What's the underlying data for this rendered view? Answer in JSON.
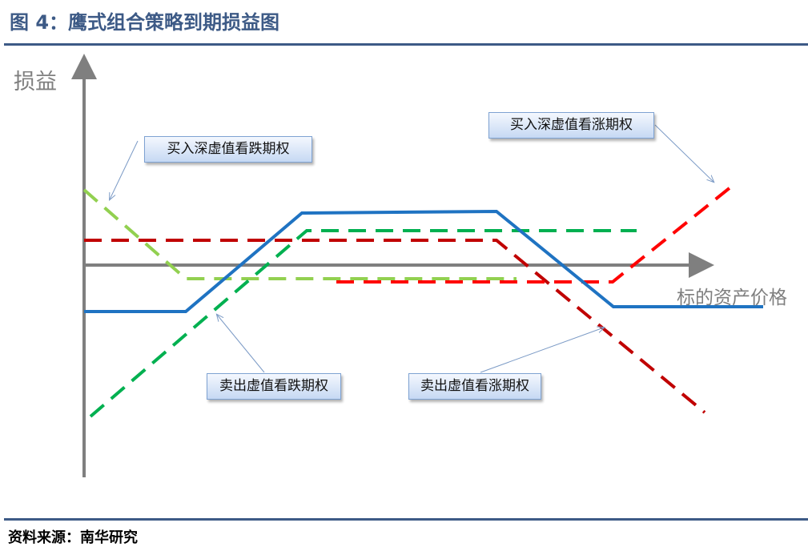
{
  "title": "图 4：鹰式组合策略到期损益图",
  "footer": "资料来源：南华研究",
  "axes": {
    "y_label": "损益",
    "x_label": "标的资产价格"
  },
  "labels": {
    "buy_deep_otm_put": "买入深虚值看跌期权",
    "buy_deep_otm_call": "买入深虚值看涨期权",
    "sell_otm_put": "卖出虚值看跌期权",
    "sell_otm_call": "卖出虚值看涨期权"
  },
  "colors": {
    "title": "#3d5a86",
    "combined": "#1f73c2",
    "buy_put": "#92d050",
    "sell_put": "#00b050",
    "sell_call": "#c00000",
    "buy_call": "#ff0000",
    "axis": "#7f7f7f"
  }
}
